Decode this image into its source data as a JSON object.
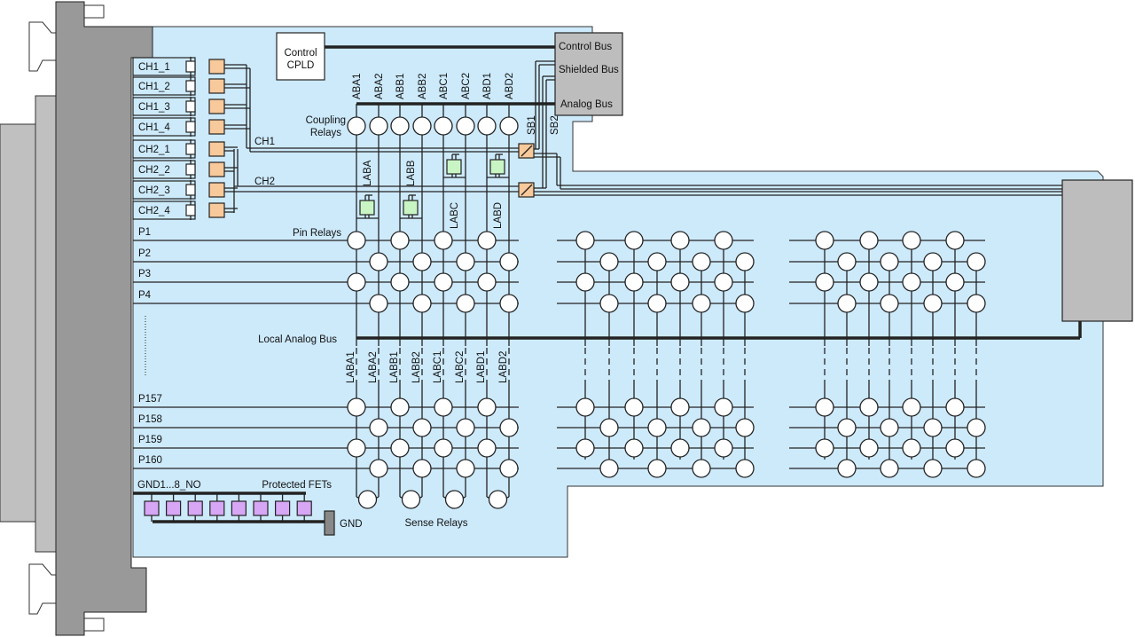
{
  "colors": {
    "board": "#cdeafb",
    "panel": "#999999",
    "connector": "#c0c0c0",
    "relay": "#ffffff",
    "protect": "#f8c99a",
    "lab": "#c9f5c5",
    "fet": "#d7a6f5",
    "bus_box": "#bdbdbd"
  },
  "control_cpld": "Control\nCPLD",
  "bus_box": {
    "control": "Control Bus",
    "shielded": "Shielded Bus",
    "analog": "Analog Bus"
  },
  "channels": [
    "CH1_1",
    "CH1_2",
    "CH1_3",
    "CH1_4",
    "CH2_1",
    "CH2_2",
    "CH2_3",
    "CH2_4"
  ],
  "ch_bus": [
    "CH1",
    "CH2"
  ],
  "analog_bus_lines": [
    "ABA1",
    "ABA2",
    "ABB1",
    "ABB2",
    "ABC1",
    "ABC2",
    "ABD1",
    "ABD2"
  ],
  "shielded_switches": [
    "SB1",
    "SB2"
  ],
  "coupling_label": "Coupling\nRelays",
  "lab_relays": [
    "LABA",
    "LABB",
    "LABC",
    "LABD"
  ],
  "pin_relays_label": "Pin Relays",
  "pins_top": [
    "P1",
    "P2",
    "P3",
    "P4"
  ],
  "pins_bottom": [
    "P157",
    "P158",
    "P159",
    "P160"
  ],
  "local_analog_bus": "Local Analog Bus",
  "local_lines": [
    "LABA1",
    "LABA2",
    "LABB1",
    "LABB2",
    "LABC1",
    "LABC2",
    "LABD1",
    "LABD2"
  ],
  "gnd_label": "GND1...8_NO",
  "fets_label": "Protected FETs",
  "gnd": "GND",
  "sense_relays": "Sense Relays"
}
